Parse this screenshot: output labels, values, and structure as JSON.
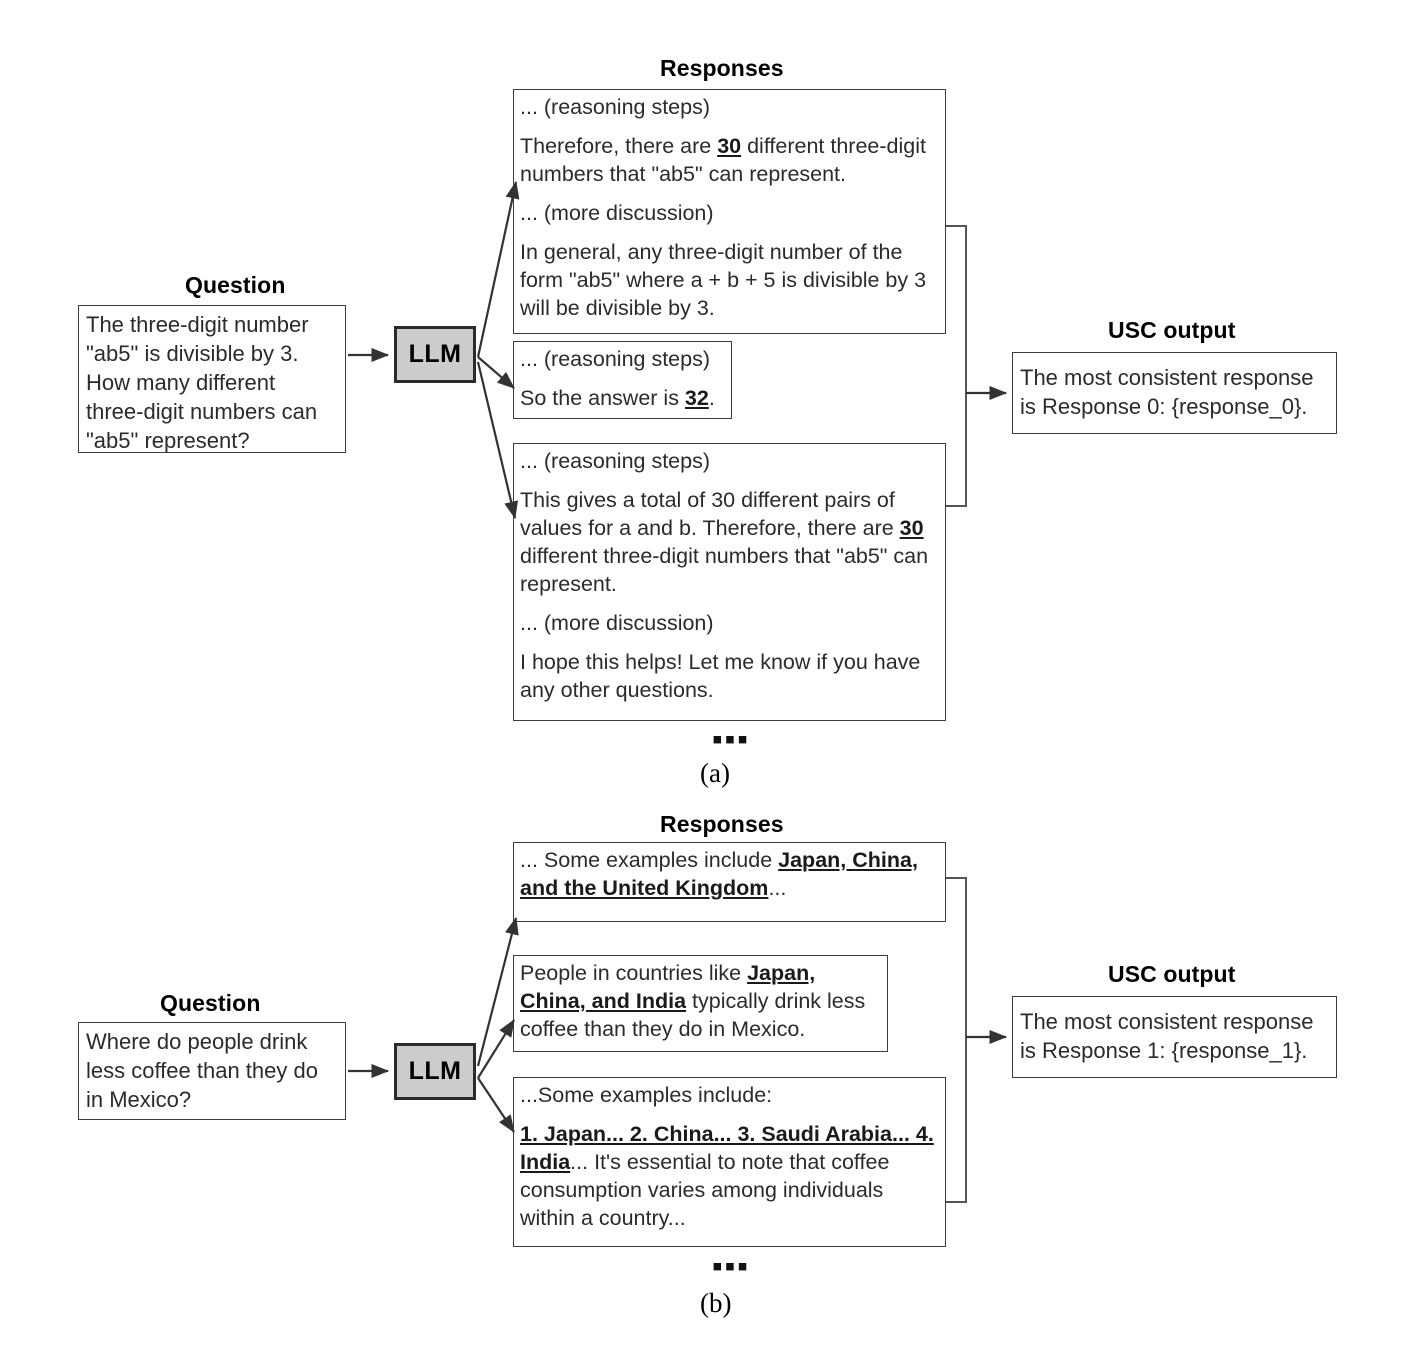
{
  "figure": {
    "caption_a": "(a)",
    "caption_b": "(b)",
    "ellipsis": "▪▪▪"
  },
  "panel_a": {
    "question_heading": "Question",
    "responses_heading": "Responses",
    "usc_heading": "USC output",
    "llm_label": "LLM",
    "question_text": "The three-digit number \"ab5\" is divisible by 3. How many different three-digit numbers can \"ab5\" represent?",
    "responses": [
      {
        "lines": [
          "... (reasoning steps)",
          "Therefore, there are 30 different three-digit numbers that \"ab5\" can represent.",
          "... (more discussion)",
          "In general, any three-digit number of the form \"ab5\" where a + b + 5 is divisible by 3 will be divisible by 3."
        ],
        "highlight": "30"
      },
      {
        "lines": [
          "... (reasoning steps)",
          "So the answer is 32."
        ],
        "highlight": "32"
      },
      {
        "lines": [
          "... (reasoning steps)",
          "This gives a total of 30 different pairs of values for a and b. Therefore, there are 30 different three-digit numbers that \"ab5\" can represent.",
          "... (more discussion)",
          "I hope this helps! Let me know if you have any other questions."
        ],
        "highlight": "30"
      }
    ],
    "usc_output": "The most consistent response is Response 0: {response_0}."
  },
  "panel_b": {
    "question_heading": "Question",
    "responses_heading": "Responses",
    "usc_heading": "USC output",
    "llm_label": "LLM",
    "question_text": "Where do people drink less coffee than they do in Mexico?",
    "responses": [
      {
        "prefix": "... Some examples include ",
        "bold": "Japan, China, and the United Kingdom",
        "suffix": "..."
      },
      {
        "prefix": "People in countries like ",
        "bold": "Japan, China, and India",
        "suffix": " typically drink less coffee than they do in Mexico."
      },
      {
        "prefix": "...Some examples include:",
        "bold": "1. Japan... 2. China... 3. Saudi Arabia... 4. India",
        "suffix": "... It's essential to note that coffee consumption varies among individuals within a country..."
      }
    ],
    "usc_output": "The most consistent response is Response 1: {response_1}."
  },
  "colors": {
    "llm_fill": "#cccccc",
    "box_border": "#3c3c3c",
    "arrow": "#333333",
    "text": "#2b2b2b"
  }
}
